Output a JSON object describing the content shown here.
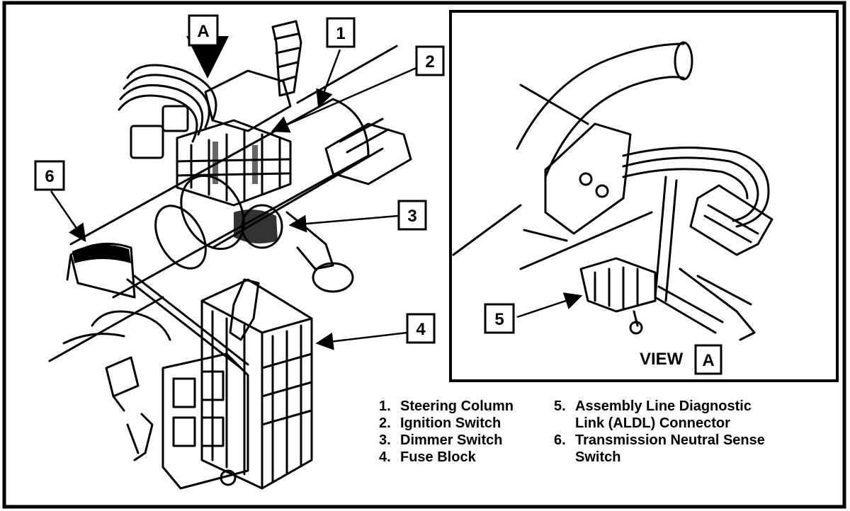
{
  "callouts": {
    "a": "A",
    "c1": "1",
    "c2": "2",
    "c3": "3",
    "c4": "4",
    "c5": "5",
    "c6": "6"
  },
  "inset": {
    "view_word": "VIEW",
    "view_letter": "A"
  },
  "legend": {
    "left": [
      {
        "num": "1.",
        "label": "Steering Column"
      },
      {
        "num": "2.",
        "label": "Ignition Switch"
      },
      {
        "num": "3.",
        "label": "Dimmer Switch"
      },
      {
        "num": "4.",
        "label": "Fuse Block"
      }
    ],
    "right": [
      {
        "num": "5.",
        "label": "Assembly Line Diagnostic"
      },
      {
        "num": "",
        "label": "Link (ALDL) Connector"
      },
      {
        "num": "6.",
        "label": "Transmission Neutral Sense"
      },
      {
        "num": "",
        "label": "Switch"
      }
    ]
  }
}
